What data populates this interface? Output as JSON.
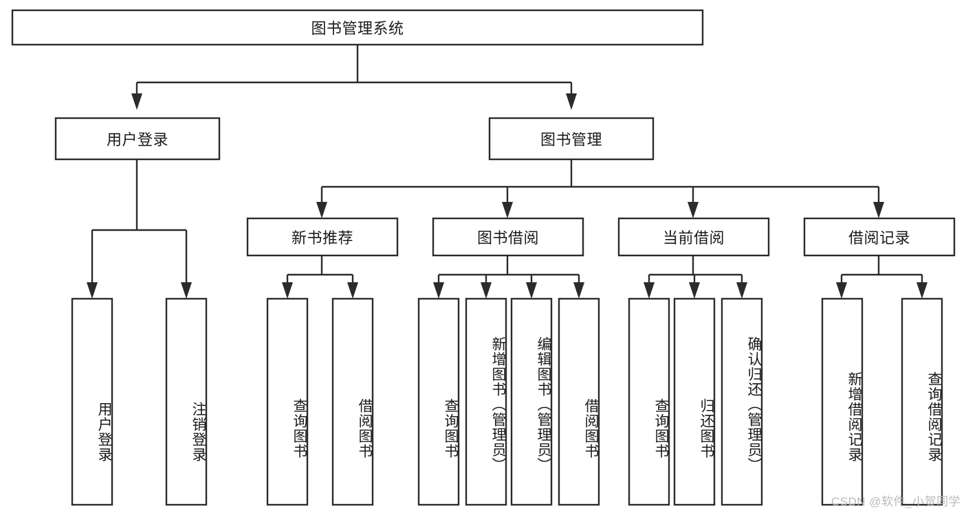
{
  "diagram": {
    "type": "tree",
    "title": "图书管理系统",
    "watermark": "CSDN @软件_小贺同学",
    "colors": {
      "stroke": "#2b2b2b",
      "fill": "#ffffff",
      "text": "#1a1a1a",
      "watermark": "#b9b9b9",
      "background": "#ffffff"
    },
    "levels": {
      "root": {
        "label": "图书管理系统"
      },
      "level1": [
        {
          "label": "用户登录"
        },
        {
          "label": "图书管理"
        }
      ],
      "level2": [
        {
          "label": "新书推荐"
        },
        {
          "label": "图书借阅"
        },
        {
          "label": "当前借阅"
        },
        {
          "label": "借阅记录"
        }
      ],
      "leaves": {
        "user_login": [
          {
            "label": "用户登录"
          },
          {
            "label": "注销登录"
          }
        ],
        "new_book_recommend": [
          {
            "label": "查询图书"
          },
          {
            "label": "借阅图书"
          }
        ],
        "book_borrow": [
          {
            "label": "查询图书"
          },
          {
            "label": "新增图书（管理员）"
          },
          {
            "label": "编辑图书（管理员）"
          },
          {
            "label": "借阅图书"
          }
        ],
        "current_borrow": [
          {
            "label": "查询图书"
          },
          {
            "label": "归还图书"
          },
          {
            "label": "确认归还（管理员）"
          }
        ],
        "borrow_record": [
          {
            "label": "新增借阅记录"
          },
          {
            "label": "查询借阅记录"
          }
        ]
      }
    }
  }
}
